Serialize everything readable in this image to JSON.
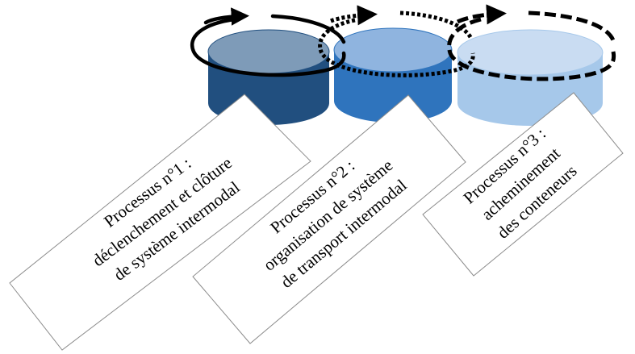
{
  "colors": {
    "cylinder_1_top": "#7e9bb8",
    "cylinder_1_body": "#214f7f",
    "cylinder_2_top": "#8fb4df",
    "cylinder_2_body": "#2f74bd",
    "cylinder_3_top": "#c9dcf2",
    "cylinder_3_body": "#a6c8ea",
    "arrow": "#000000",
    "tag_fill": "#ffffff",
    "tag_border": "#8c8c8c"
  },
  "arrow_styles": [
    "solid",
    "dotted",
    "dashed"
  ],
  "tags": [
    {
      "lines": [
        "Processus n°1 :",
        "déclenchement et clôture",
        "de système intermodal"
      ]
    },
    {
      "lines": [
        "Processus n°2 :",
        "organisation de système",
        "de transport intermodal"
      ]
    },
    {
      "lines": [
        "Processus n°3 :",
        "acheminement",
        "des conteneurs"
      ]
    }
  ]
}
